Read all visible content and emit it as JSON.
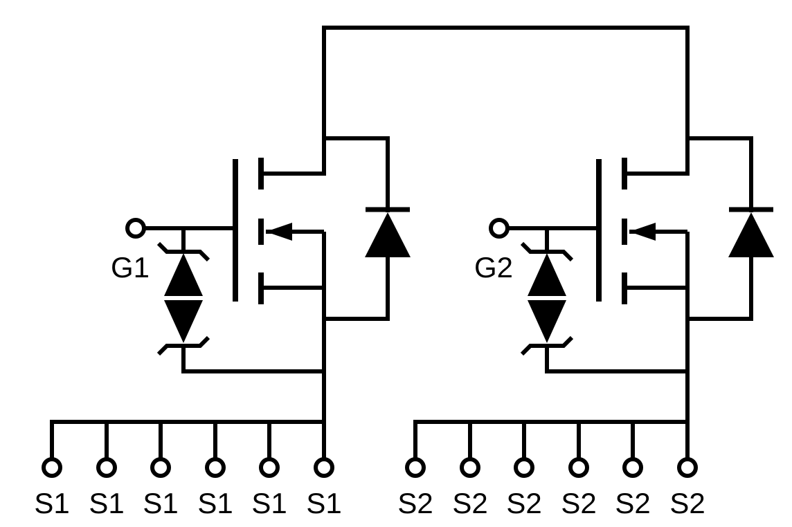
{
  "diagram": {
    "type": "circuit-schematic",
    "background_color": "#ffffff",
    "line_color": "#000000",
    "left_device": {
      "gate_label": "G1",
      "source_labels": [
        "S1",
        "S1",
        "S1",
        "S1",
        "S1",
        "S1"
      ]
    },
    "right_device": {
      "gate_label": "G2",
      "source_labels": [
        "S2",
        "S2",
        "S2",
        "S2",
        "S2",
        "S2"
      ]
    }
  }
}
